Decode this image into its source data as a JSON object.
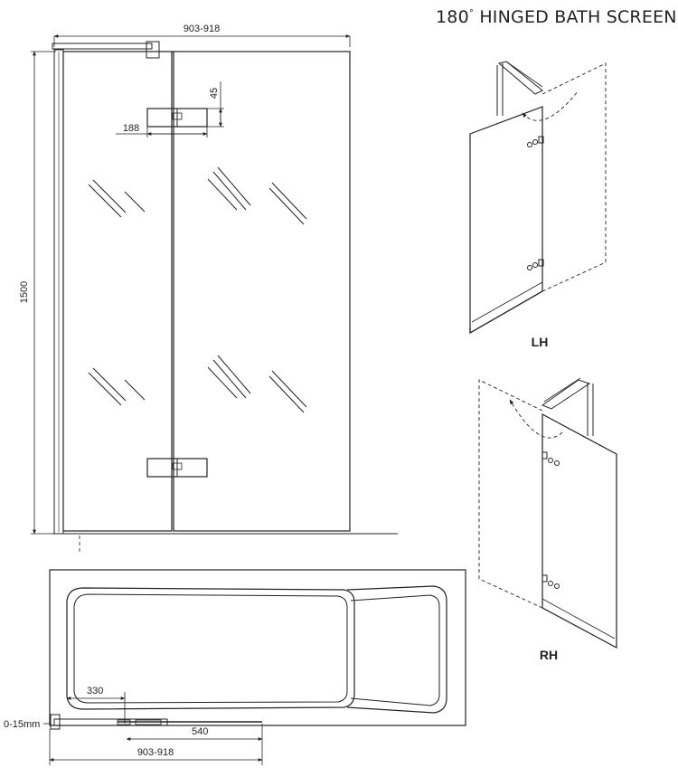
{
  "title": {
    "prefix": "180",
    "degree": "°",
    "rest": " HINGED BATH SCREEN"
  },
  "front_view": {
    "width_dim": "903-918",
    "height_dim": "1500",
    "hinge_offset": "188",
    "hinge_height": "45"
  },
  "plan_view": {
    "offset_330": "330",
    "gap": "0-15mm",
    "length_540": "540",
    "width_dim": "903-918"
  },
  "views": {
    "left_hand": "LH",
    "right_hand": "RH"
  }
}
